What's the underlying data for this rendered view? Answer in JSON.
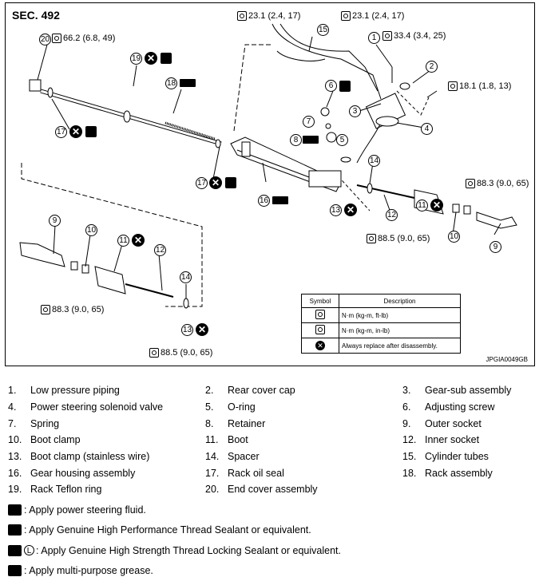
{
  "section": "SEC. 492",
  "figure_code": "JPGIA0049GB",
  "torques": {
    "t20": "66.2 (6.8, 49)",
    "t15a": "23.1 (2.4, 17)",
    "t15b": "23.1 (2.4, 17)",
    "t1": "33.4 (3.4, 25)",
    "t2": "18.1 (1.8, 13)",
    "t14r": "88.5 (9.0, 65)",
    "t9r": "88.3 (9.0, 65)",
    "t9l": "88.3 (9.0, 65)",
    "t14l": "88.5 (9.0, 65)"
  },
  "callouts": {
    "c20": "20",
    "c19": "19",
    "c18": "18",
    "c17a": "17",
    "c17b": "17",
    "c16": "16",
    "c15": "15",
    "c1": "1",
    "c2": "2",
    "c3": "3",
    "c4": "4",
    "c5": "5",
    "c6": "6",
    "c7": "7",
    "c8": "8",
    "c9a": "9",
    "c9b": "9",
    "c10a": "10",
    "c10b": "10",
    "c11a": "11",
    "c11b": "11",
    "c12a": "12",
    "c12b": "12",
    "c13a": "13",
    "c13b": "13",
    "c14a": "14",
    "c14b": "14"
  },
  "legend": {
    "header_symbol": "Symbol",
    "header_description": "Description",
    "rows": [
      "N·m (kg-m, ft-lb)",
      "N·m (kg-m, in-lb)",
      "Always replace after disassembly."
    ]
  },
  "parts": [
    [
      {
        "num": "1.",
        "name": "Low pressure piping"
      },
      {
        "num": "2.",
        "name": "Rear cover cap"
      },
      {
        "num": "3.",
        "name": "Gear-sub assembly"
      }
    ],
    [
      {
        "num": "4.",
        "name": "Power steering solenoid valve"
      },
      {
        "num": "5.",
        "name": "O-ring"
      },
      {
        "num": "6.",
        "name": "Adjusting screw"
      }
    ],
    [
      {
        "num": "7.",
        "name": "Spring"
      },
      {
        "num": "8.",
        "name": "Retainer"
      },
      {
        "num": "9.",
        "name": "Outer socket"
      }
    ],
    [
      {
        "num": "10.",
        "name": "Boot clamp"
      },
      {
        "num": "11.",
        "name": "Boot"
      },
      {
        "num": "12.",
        "name": "Inner socket"
      }
    ],
    [
      {
        "num": "13.",
        "name": "Boot clamp (stainless wire)"
      },
      {
        "num": "14.",
        "name": "Spacer"
      },
      {
        "num": "15.",
        "name": "Cylinder tubes"
      }
    ],
    [
      {
        "num": "16.",
        "name": "Gear housing assembly"
      },
      {
        "num": "17.",
        "name": "Rack oil seal"
      },
      {
        "num": "18.",
        "name": "Rack assembly"
      }
    ],
    [
      {
        "num": "19.",
        "name": "Rack Teflon ring"
      },
      {
        "num": "20.",
        "name": "End cover assembly"
      },
      {
        "num": "",
        "name": ""
      }
    ]
  ],
  "notes": {
    "n1": ": Apply power steering fluid.",
    "n2": ": Apply Genuine High Performance Thread Sealant or equivalent.",
    "n3_l": "L",
    "n3": ": Apply Genuine High Strength Thread Locking Sealant or equivalent.",
    "n4": ": Apply multi-purpose grease."
  }
}
